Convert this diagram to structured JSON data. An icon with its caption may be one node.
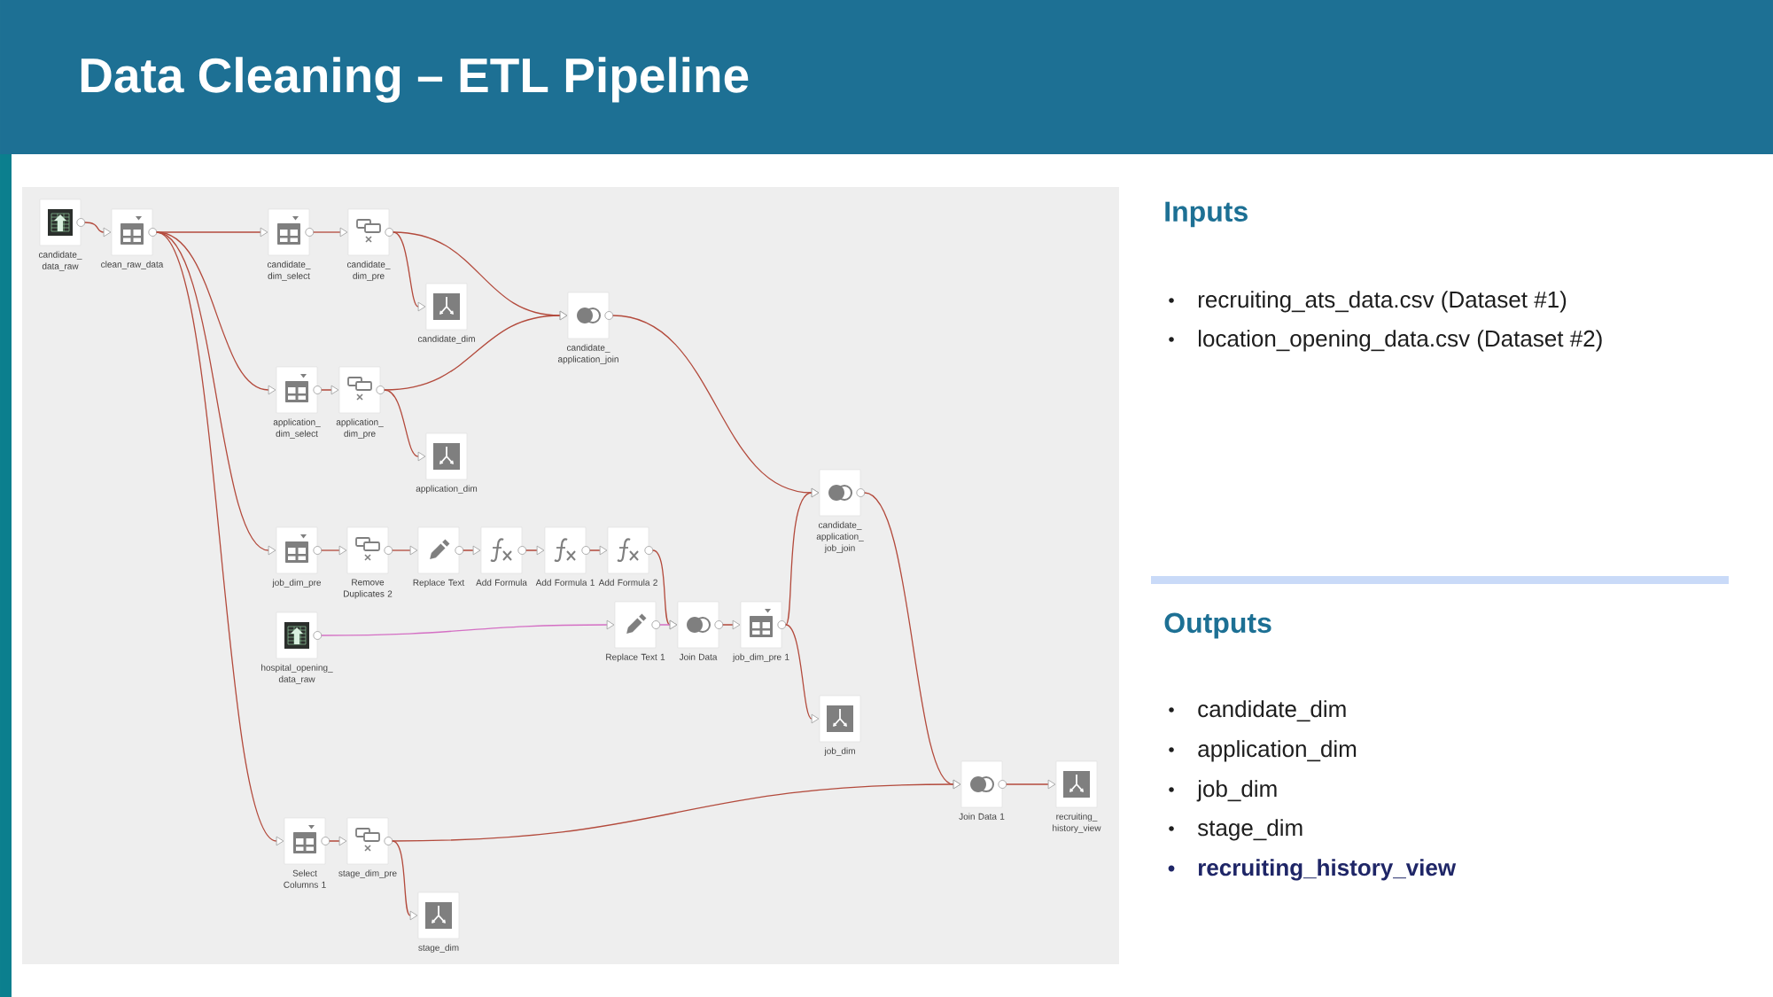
{
  "diagram": {
    "title": "Data Cleaning – ETL Pipeline",
    "nodes": [
      {
        "text": [
          "candidate_data_raw"
        ]
      },
      {
        "text": [
          "clean_raw_data"
        ]
      },
      {
        "text": [
          "candidate_dim_select"
        ]
      },
      {
        "text": [
          "candidate_dim_pre"
        ]
      },
      {
        "text": [
          "candidate_dim"
        ]
      },
      {
        "text": [
          "candidate_application_join"
        ]
      },
      {
        "text": [
          "application_dim_select"
        ]
      },
      {
        "text": [
          "application_dim_pre"
        ]
      },
      {
        "text": [
          "application_dim"
        ]
      },
      {
        "text": [
          "candidate_application_job_join"
        ]
      },
      {
        "text": [
          "job_dim_pre"
        ]
      },
      {
        "text": [
          "Remove Duplicates 2"
        ]
      },
      {
        "text": [
          "Replace Text"
        ]
      },
      {
        "text": [
          "Add Formula"
        ]
      },
      {
        "text": [
          "Add Formula 1"
        ]
      },
      {
        "text": [
          "Add Formula 2"
        ]
      },
      {
        "text": [
          "hospital_opening_data_raw"
        ]
      },
      {
        "text": [
          "Replace Text 1"
        ]
      },
      {
        "text": [
          "Join Data"
        ]
      },
      {
        "text": [
          "job_dim_pre 1"
        ]
      },
      {
        "text": [
          "job_dim"
        ]
      },
      {
        "text": [
          "Join Data 1"
        ]
      },
      {
        "text": [
          "recruiting_history_view"
        ]
      },
      {
        "text": [
          "Select Columns 1"
        ]
      },
      {
        "text": [
          "stage_dim_pre"
        ]
      },
      {
        "text": [
          "stage_dim"
        ]
      }
    ],
    "edges": [
      {
        "from": 0,
        "to": 1,
        "arrow": "to"
      },
      {
        "from": 1,
        "to": 2,
        "arrow": "to"
      },
      {
        "from": 2,
        "to": 3,
        "arrow": "to"
      },
      {
        "from": 3,
        "to": 4,
        "arrow": "to"
      },
      {
        "from": 3,
        "to": 5,
        "arrow": "to"
      },
      {
        "from": 1,
        "to": 6,
        "arrow": "to"
      },
      {
        "from": 6,
        "to": 7,
        "arrow": "to"
      },
      {
        "from": 7,
        "to": 5,
        "arrow": "to"
      },
      {
        "from": 7,
        "to": 8,
        "arrow": "to"
      },
      {
        "from": 5,
        "to": 9,
        "arrow": "to"
      },
      {
        "from": 1,
        "to": 10,
        "arrow": "to"
      },
      {
        "from": 10,
        "to": 11,
        "arrow": "to"
      },
      {
        "from": 11,
        "to": 12,
        "arrow": "to"
      },
      {
        "from": 12,
        "to": 13,
        "arrow": "to"
      },
      {
        "from": 13,
        "to": 14,
        "arrow": "to"
      },
      {
        "from": 14,
        "to": 15,
        "arrow": "to"
      },
      {
        "from": 15,
        "to": 18,
        "arrow": "to"
      },
      {
        "from": 16,
        "to": 17,
        "arrow": "to",
        "color": "#d46fc4"
      },
      {
        "from": 17,
        "to": 18,
        "arrow": "to",
        "color": "#d46fc4"
      },
      {
        "from": 18,
        "to": 19,
        "arrow": "to"
      },
      {
        "from": 19,
        "to": 9,
        "arrow": "to"
      },
      {
        "from": 19,
        "to": 20,
        "arrow": "to"
      },
      {
        "from": 9,
        "to": 21,
        "arrow": "to"
      },
      {
        "from": 1,
        "to": 23,
        "arrow": "to"
      },
      {
        "from": 23,
        "to": 24,
        "arrow": "to"
      },
      {
        "from": 24,
        "to": 21,
        "arrow": "to"
      },
      {
        "from": 24,
        "to": 25,
        "arrow": "to"
      },
      {
        "from": 21,
        "to": 22,
        "arrow": "to"
      }
    ],
    "labels": [
      "Inputs",
      "recruiting_ats_data.csv (Dataset #1)",
      "location_opening_data.csv (Dataset #2)",
      "Outputs",
      "candidate_dim",
      "application_dim",
      "job_dim",
      "stage_dim",
      "recruiting_history_view"
    ]
  }
}
